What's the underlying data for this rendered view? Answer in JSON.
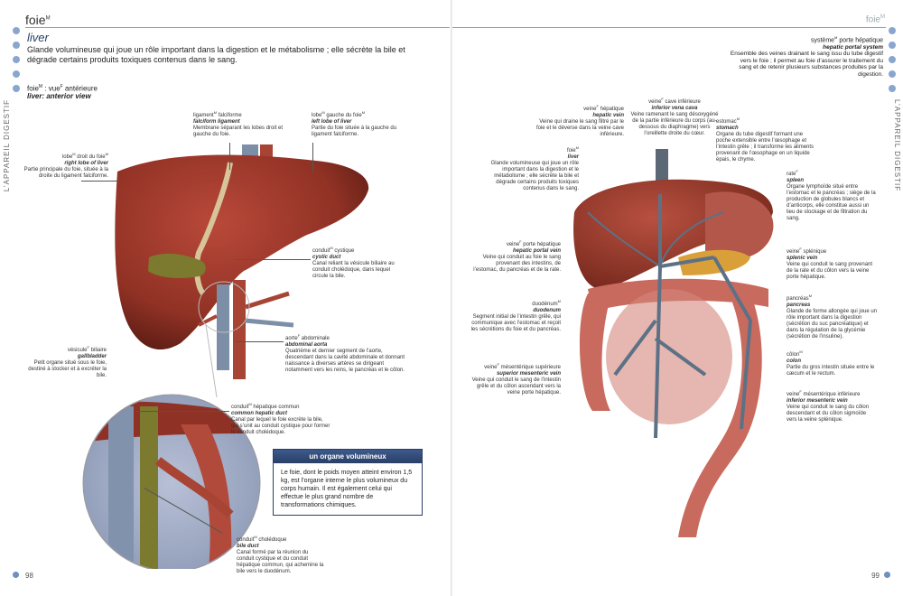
{
  "left_page": {
    "header": "foie",
    "header_sup": "M",
    "section_vertical": "L’APPAREIL DIGESTIF",
    "title": "liver",
    "lead": "Glande volumineuse qui joue un rôle important dans la digestion et le métabolisme ; elle sécrète la bile et dégrade certains produits toxiques contenus dans le sang.",
    "view_fr": "foie",
    "view_fr_sup": "M",
    "view_fr_suffix": " : vue",
    "view_fr_sup2": "F",
    "view_fr_suffix2": " antérieure",
    "view_en": "liver: anterior view",
    "labels": {
      "falciforme": {
        "fr": "ligament",
        "fr_sup": "M",
        "fr_rest": " falciforme",
        "en": "falciform ligament",
        "desc": "Membrane séparant les lobes droit et gauche du foie."
      },
      "lobe_gauche": {
        "fr": "lobe",
        "fr_sup": "M",
        "fr_rest": " gauche du foie",
        "fr_sup2": "M",
        "en": "left lobe of liver",
        "desc": "Partie du foie située à la gauche du ligament falciforme."
      },
      "lobe_droit": {
        "fr": "lobe",
        "fr_sup": "M",
        "fr_rest": " droit du foie",
        "fr_sup2": "M",
        "en": "right lobe of liver",
        "desc": "Partie principale du foie, située à la droite du ligament falciforme."
      },
      "cystique": {
        "fr": "conduit",
        "fr_sup": "M",
        "fr_rest": " cystique",
        "en": "cystic duct",
        "desc": "Canal reliant la vésicule biliaire au conduit cholédoque, dans lequel circule la bile."
      },
      "vesicule": {
        "fr": "vésicule",
        "fr_sup": "F",
        "fr_rest": " biliaire",
        "en": "gallbladder",
        "desc": "Petit organe situé sous le foie, destiné à stocker et à excréter la bile."
      },
      "aorte": {
        "fr": "aorte",
        "fr_sup": "F",
        "fr_rest": " abdominale",
        "en": "abdominal aorta",
        "desc": "Quatrième et dernier segment de l’aorte, descendant dans la cavité abdominale et donnant naissance à diverses artères se dirigeant notamment vers les reins, le pancréas et le côlon."
      },
      "hepatique_commun": {
        "fr": "conduit",
        "fr_sup": "M",
        "fr_rest": " hépatique commun",
        "en": "common hepatic duct",
        "desc": "Canal par lequel le foie excrète la bile, qui s’unit au conduit cystique pour former le conduit cholédoque."
      },
      "choledoque": {
        "fr": "conduit",
        "fr_sup": "M",
        "fr_rest": " cholédoque",
        "en": "bile duct",
        "desc": "Canal formé par la réunion du conduit cystique et du conduit hépatique commun, qui achemine la bile vers le duodénum."
      }
    },
    "infobox": {
      "heading": "un organe volumineux",
      "body": "Le foie, dont le poids moyen atteint environ 1,5 kg, est l’organe interne le plus volumineux du corps humain. Il est également celui qui effectue le plus grand nombre de transformations chimiques."
    },
    "page_number": "98"
  },
  "right_page": {
    "header": "foie",
    "header_sup": "M",
    "section_vertical": "L’APPAREIL DIGESTIF",
    "system": {
      "fr": "système",
      "fr_sup": "M",
      "fr_rest": " porte hépatique",
      "en": "hepatic portal system",
      "desc": "Ensemble des veines drainant le sang issu du tube digestif vers le foie ; il permet au foie d’assurer le traitement du sang et de retenir plusieurs substances produites par la digestion."
    },
    "labels": {
      "veine_hepatique": {
        "fr": "veine",
        "fr_sup": "F",
        "fr_rest": " hépatique",
        "en": "hepatic vein",
        "desc": "Veine qui draine le sang filtré par le foie et le déverse dans la veine cave inférieure."
      },
      "veine_cave": {
        "fr": "veine",
        "fr_sup": "F",
        "fr_rest": " cave inférieure",
        "en": "inferior vena cava",
        "desc": "Veine ramenant le sang désoxygéné de la partie inférieure du corps (au-dessous du diaphragme) vers l’oreillette droite du cœur."
      },
      "estomac": {
        "fr": "estomac",
        "fr_sup": "M",
        "fr_rest": "",
        "en": "stomach",
        "desc": "Organe du tube digestif formant une poche extensible entre l’œsophage et l’intestin grêle ; il transforme les aliments provenant de l’œsophage en un liquide épais, le chyme."
      },
      "foie": {
        "fr": "foie",
        "fr_sup": "M",
        "fr_rest": "",
        "en": "liver",
        "desc": "Glande volumineuse qui joue un rôle important dans la digestion et le métabolisme ; elle sécrète la bile et dégrade certains produits toxiques contenus dans le sang."
      },
      "rate": {
        "fr": "rate",
        "fr_sup": "F",
        "fr_rest": "",
        "en": "spleen",
        "desc": "Organe lymphoïde situé entre l’estomac et le pancréas ; siège de la production de globules blancs et d’anticorps, elle constitue aussi un lieu de stockage et de filtration du sang."
      },
      "porte": {
        "fr": "veine",
        "fr_sup": "F",
        "fr_rest": " porte hépatique",
        "en": "hepatic portal vein",
        "desc": "Veine qui conduit au foie le sang provenant des intestins, de l’estomac, du pancréas et de la rate."
      },
      "splenique": {
        "fr": "veine",
        "fr_sup": "F",
        "fr_rest": " splénique",
        "en": "splenic vein",
        "desc": "Veine qui conduit le sang provenant de la rate et du côlon vers la veine porte hépatique."
      },
      "duodenum": {
        "fr": "duodénum",
        "fr_sup": "M",
        "fr_rest": "",
        "en": "duodenum",
        "desc": "Segment initial de l’intestin grêle, qui communique avec l’estomac et reçoit les sécrétions du foie et du pancréas."
      },
      "pancreas": {
        "fr": "pancréas",
        "fr_sup": "M",
        "fr_rest": "",
        "en": "pancreas",
        "desc": "Glande de forme allongée qui joue un rôle important dans la digestion (sécrétion du suc pancréatique) et dans la régulation de la glycémie (sécrétion de l’insuline)."
      },
      "mes_sup": {
        "fr": "veine",
        "fr_sup": "F",
        "fr_rest": " mésentérique supérieure",
        "en": "superior mesenteric vein",
        "desc": "Veine qui conduit le sang de l’intestin grêle et du côlon ascendant vers la veine porte hépatique."
      },
      "colon": {
        "fr": "côlon",
        "fr_sup": "M",
        "fr_rest": "",
        "en": "colon",
        "desc": "Partie du gros intestin située entre le cæcum et le rectum."
      },
      "mes_inf": {
        "fr": "veine",
        "fr_sup": "F",
        "fr_rest": " mésentérique inférieure",
        "en": "inferior mesenteric vein",
        "desc": "Veine qui conduit le sang du côlon descendant et du côlon sigmoïde vers la veine splénique."
      }
    },
    "page_number": "99"
  },
  "colors": {
    "accent": "#2a3f66",
    "dot": "#8aa6cf",
    "liver": "#9e3a2a",
    "vein": "#6f8296",
    "gallbladder": "#8a8a3a",
    "intestine": "#c96a5e"
  }
}
